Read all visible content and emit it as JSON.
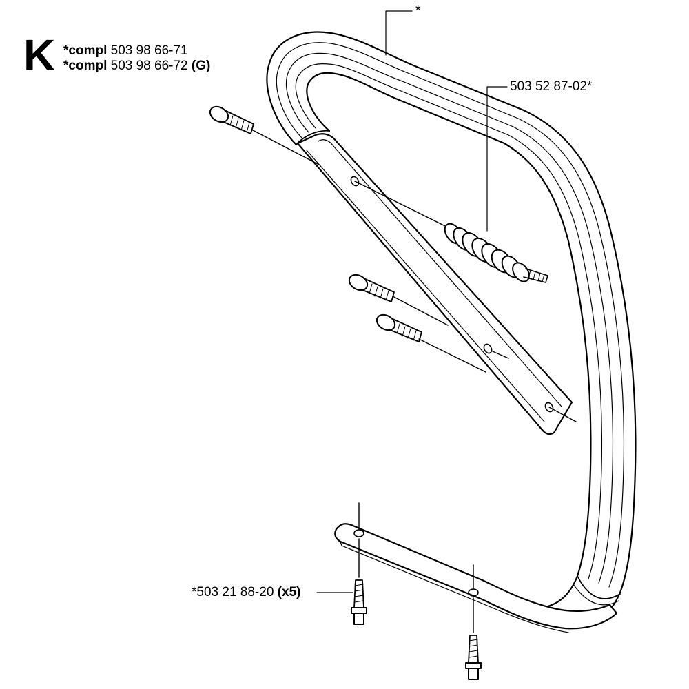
{
  "section": {
    "letter": "K"
  },
  "header": {
    "lines": [
      {
        "keyword": "*compl",
        "part": " 503 98 66-71",
        "suffix": ""
      },
      {
        "keyword": "*compl",
        "part": " 503 98 66-72 ",
        "suffix": "(G)"
      }
    ]
  },
  "callouts": {
    "top_star": {
      "text": "*"
    },
    "buffer": {
      "text": "503 52 87-02*"
    },
    "screw": {
      "text": "*503 21 88-20 ",
      "suffix": "(x5)"
    }
  },
  "colors": {
    "line": "#000000",
    "background": "#ffffff"
  }
}
